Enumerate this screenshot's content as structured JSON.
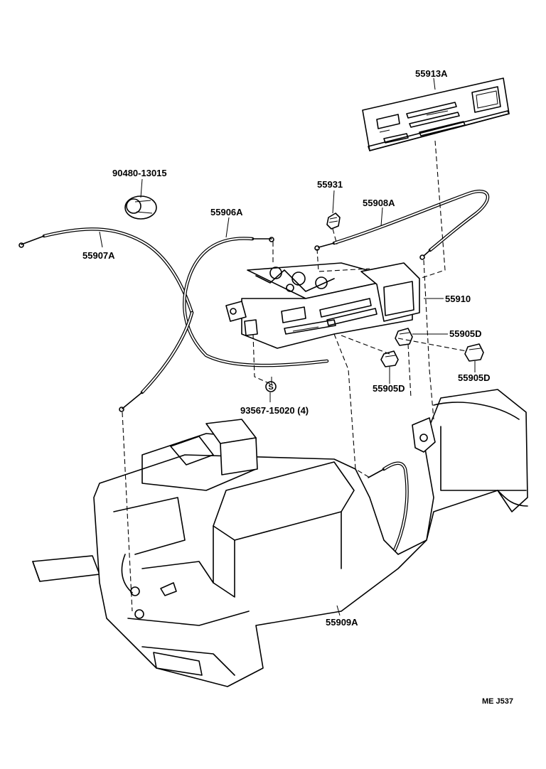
{
  "labels": {
    "panel": "55913A",
    "knob": "90480-13015",
    "clip_top": "55931",
    "cable_heater": "55908A",
    "cable_air_mix": "55906A",
    "cable_mode": "55907A",
    "control_assy": "55910",
    "knob_d1": "55905D",
    "knob_d2": "55905D",
    "knob_d3": "55905D",
    "screw": "93567-15020 (4)",
    "screw_symbol": "S",
    "cable_bottom": "55909A",
    "ref_code": "ME  J537"
  }
}
